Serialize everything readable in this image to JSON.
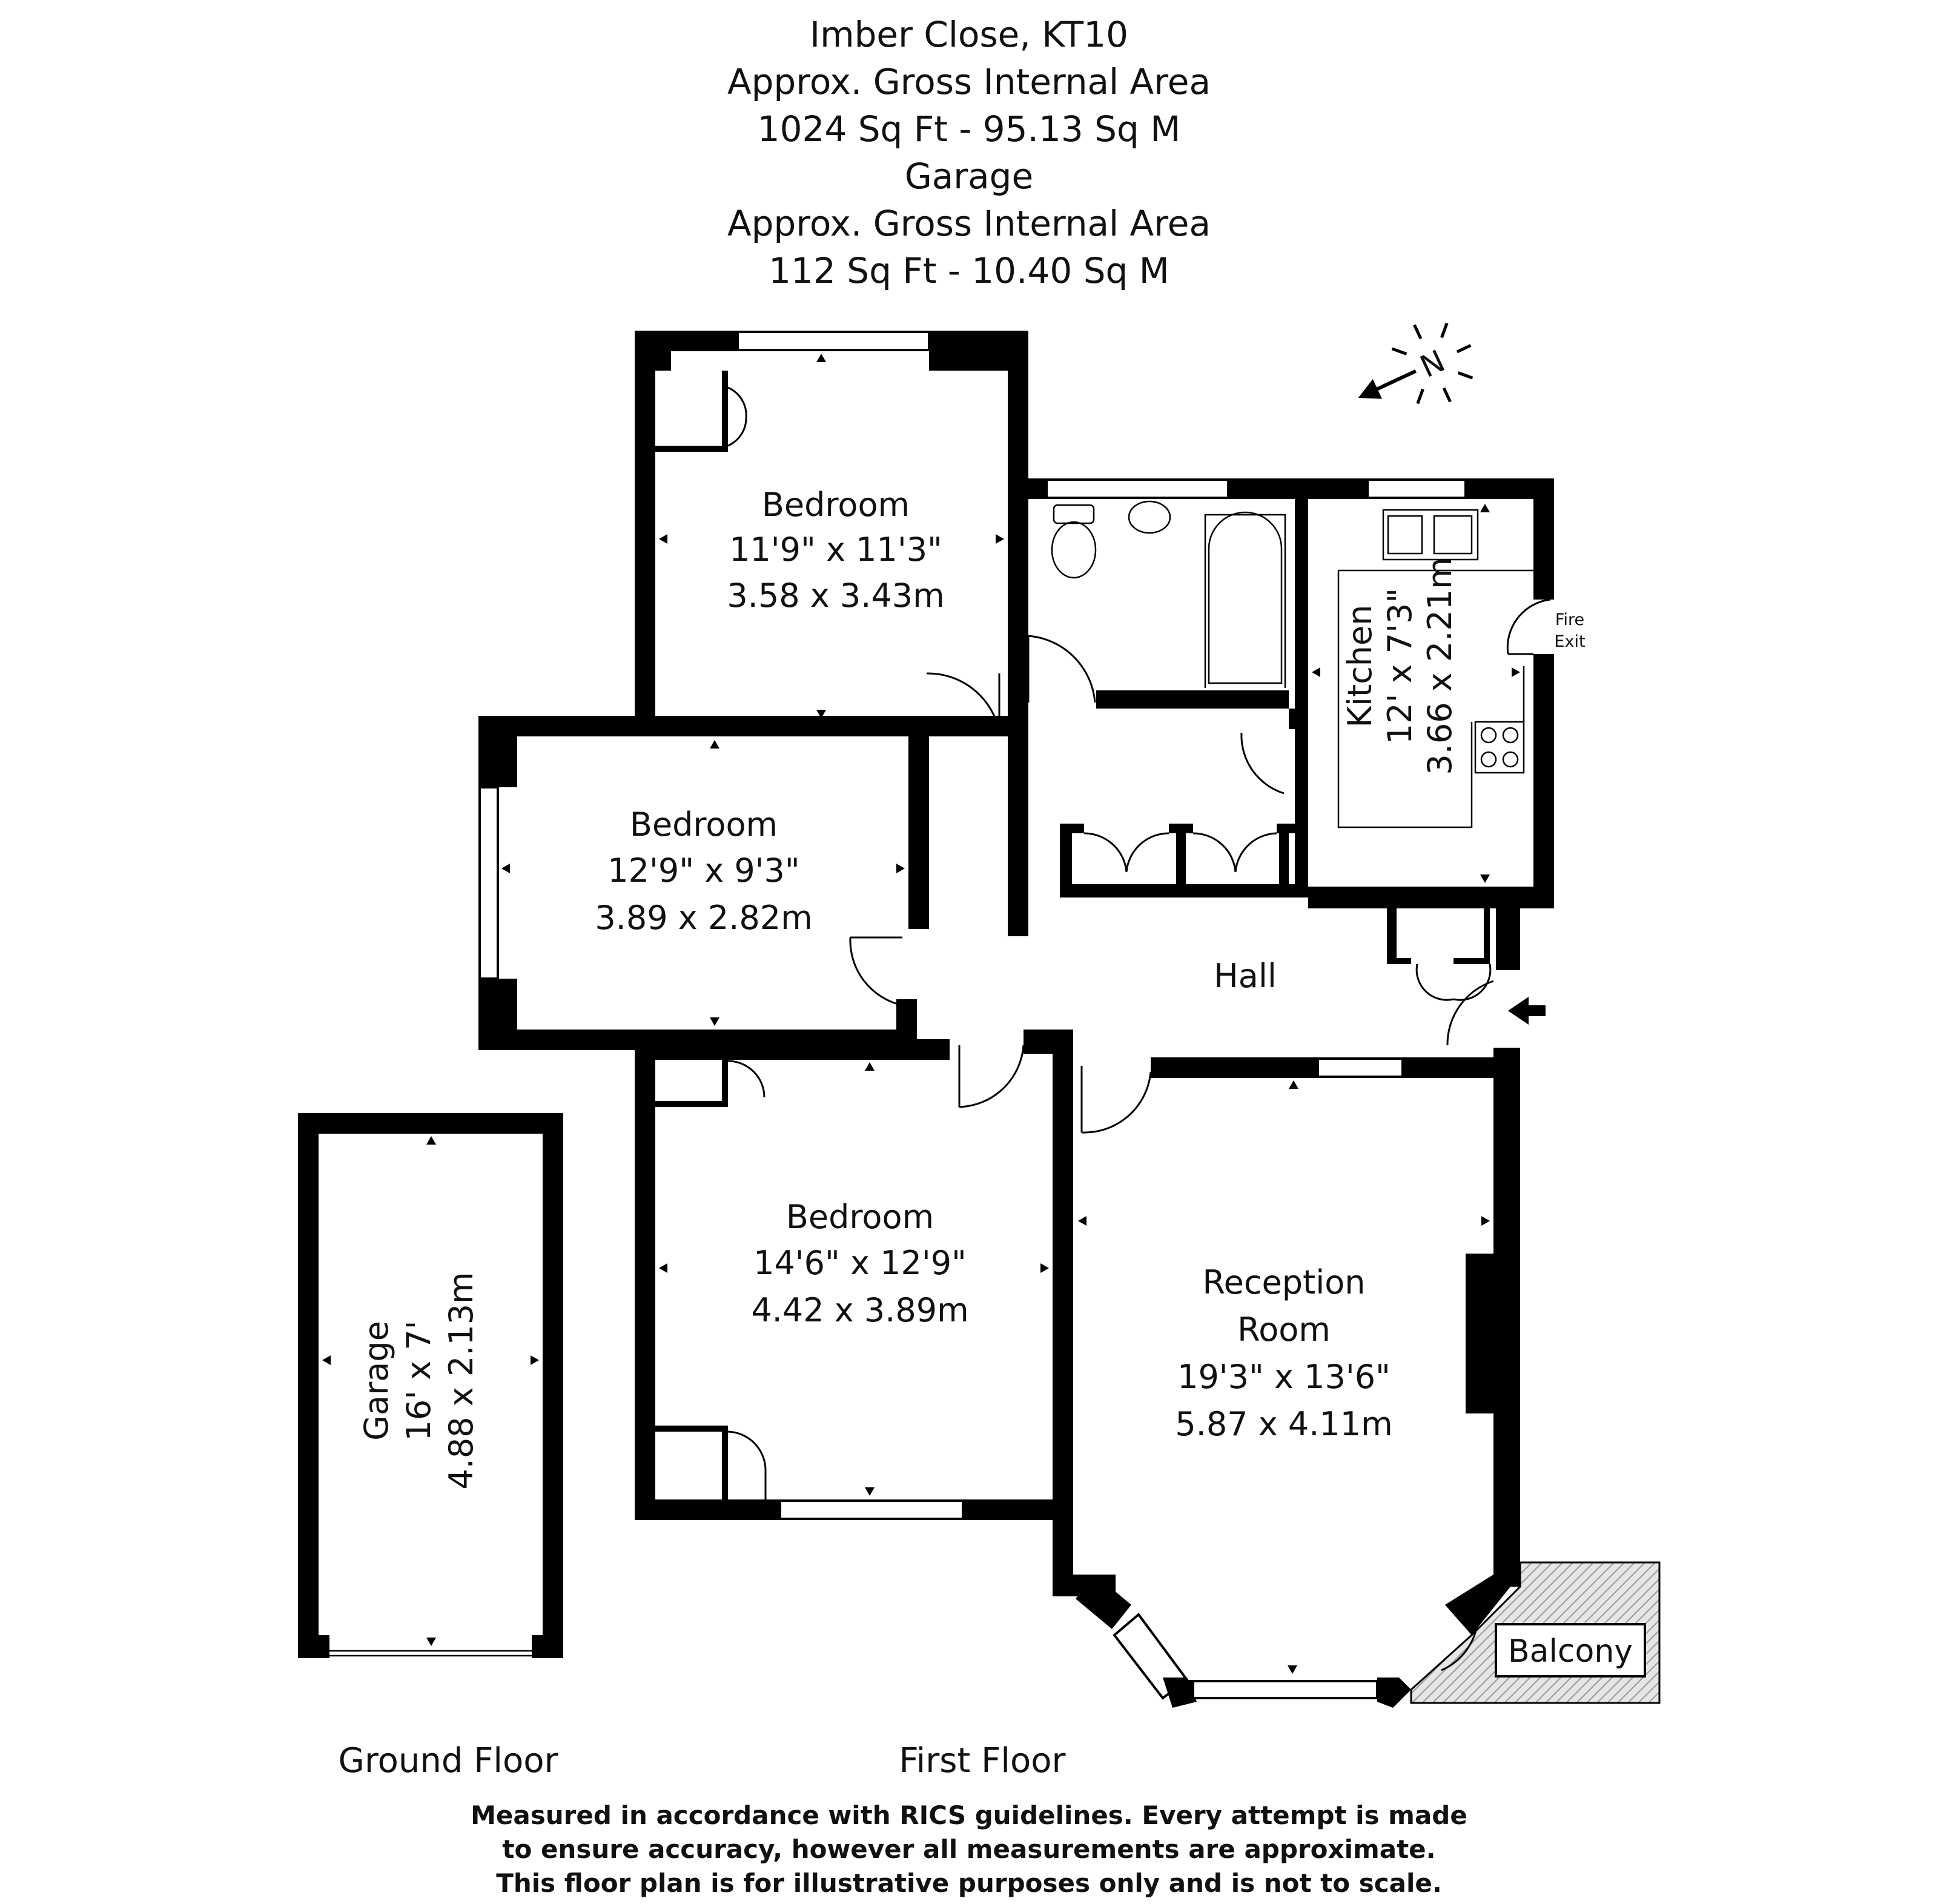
{
  "header": {
    "line1": "Imber Close, KT10",
    "line2": "Approx. Gross Internal Area",
    "line3": "1024 Sq Ft  -  95.13 Sq M",
    "line4": "Garage",
    "line5": "Approx. Gross Internal Area",
    "line6": "112 Sq Ft  -  10.40 Sq M"
  },
  "compass": {
    "label": "N",
    "icon": "north-arrow-icon"
  },
  "rooms": {
    "bedroom1": {
      "name": "Bedroom",
      "imperial": "11'9\" x 11'3\"",
      "metric": "3.58 x 3.43m"
    },
    "bedroom2": {
      "name": "Bedroom",
      "imperial": "12'9\" x 9'3\"",
      "metric": "3.89 x 2.82m"
    },
    "bedroom3": {
      "name": "Bedroom",
      "imperial": "14'6\" x 12'9\"",
      "metric": "4.42 x 3.89m"
    },
    "kitchen": {
      "name": "Kitchen",
      "imperial": "12' x 7'3\"",
      "metric": "3.66 x 2.21m"
    },
    "hall": {
      "name": "Hall"
    },
    "reception": {
      "name1": "Reception",
      "name2": "Room",
      "imperial": "19'3\" x 13'6\"",
      "metric": "5.87 x 4.11m"
    },
    "garage": {
      "name": "Garage",
      "imperial": "16' x 7'",
      "metric": "4.88 x 2.13m"
    },
    "balcony": {
      "name": "Balcony"
    },
    "fire_exit": {
      "line1": "Fire",
      "line2": "Exit"
    }
  },
  "floors": {
    "ground": "Ground Floor",
    "first": "First Floor"
  },
  "footer": {
    "line1": "Measured in accordance with RICS guidelines. Every attempt is made",
    "line2": "to ensure accuracy, however all measurements are approximate.",
    "line3": "This floor plan is for illustrative purposes only and is not to scale."
  },
  "colors": {
    "wall": "#000000",
    "background": "#ffffff",
    "balcony_hatch": "#c8c8c8"
  }
}
